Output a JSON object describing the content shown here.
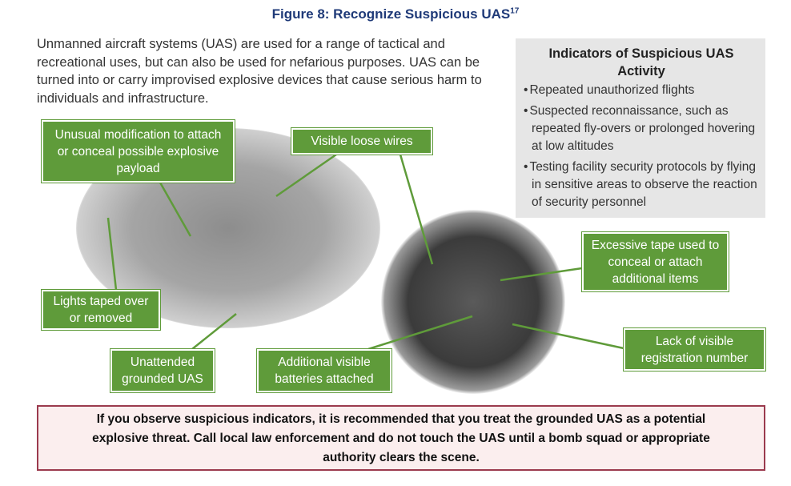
{
  "title": "Figure 8: Recognize Suspicious UAS",
  "title_sup": "17",
  "intro": "Unmanned aircraft systems (UAS) are used for a range of tactical and recreational uses, but can also be used for nefarious purposes. UAS can be turned into or carry improvised explosive devices that cause serious harm to individuals and infrastructure.",
  "indicators": {
    "heading": "Indicators of Suspicious UAS Activity",
    "items": [
      "Repeated unauthorized flights",
      "Suspected reconnaissance, such as repeated fly-overs or prolonged hovering at low altitudes",
      "Testing facility security protocols by flying in sensitive areas to observe the reaction of security personnel"
    ]
  },
  "labels": {
    "modification": "Unusual modification to attach or conceal possible explosive payload",
    "wires": "Visible loose wires",
    "lights": "Lights taped over or removed",
    "unattended": "Unattended grounded UAS",
    "batteries": "Additional visible batteries attached",
    "tape": "Excessive tape used to conceal or attach additional items",
    "registration": "Lack of visible registration number"
  },
  "warning": "If you observe suspicious indicators, it is recommended that you treat the grounded UAS as a potential explosive threat. Call local law enforcement and do not touch the UAS until a bomb squad or appropriate authority clears the scene.",
  "colors": {
    "label_green": "#5f9b3a",
    "title_blue": "#1f3a78",
    "warning_border": "#9b3a4e"
  }
}
